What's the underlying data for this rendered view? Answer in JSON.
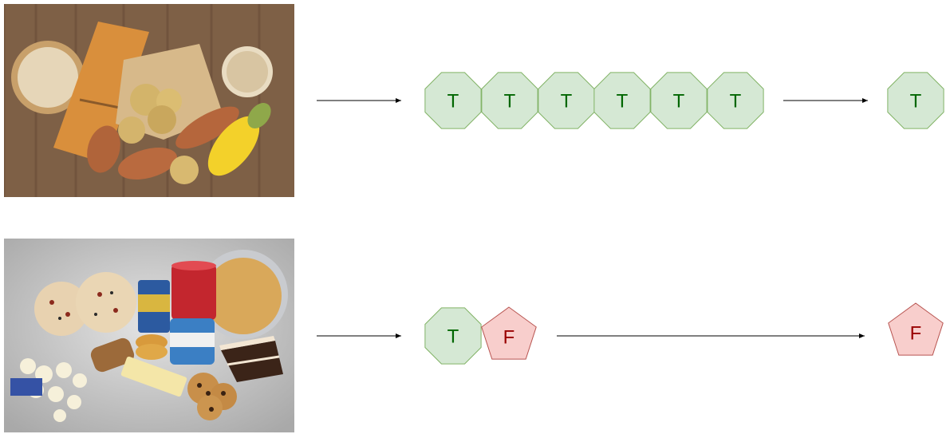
{
  "colors": {
    "true_fill": "#d5e8d4",
    "true_stroke": "#82b366",
    "true_text": "#006600",
    "false_fill": "#f8cecc",
    "false_stroke": "#b85450",
    "false_text": "#990000",
    "arrow": "#000000"
  },
  "rows": [
    {
      "image": "photo of carbohydrate foods: rice, spaghetti, potatoes, sweet potatoes, corn, oats on wooden table",
      "sequence": [
        {
          "label": "T",
          "shape": "octagon"
        },
        {
          "label": "T",
          "shape": "octagon"
        },
        {
          "label": "T",
          "shape": "octagon"
        },
        {
          "label": "T",
          "shape": "octagon"
        },
        {
          "label": "T",
          "shape": "octagon"
        },
        {
          "label": "T",
          "shape": "octagon"
        }
      ],
      "result": {
        "label": "T",
        "shape": "octagon"
      }
    },
    {
      "image": "photo of processed foods: pizza, canned goods, frosting, pie crust, popcorn, butter, cake, cookies",
      "sequence": [
        {
          "label": "T",
          "shape": "octagon"
        },
        {
          "label": "F",
          "shape": "pentagon"
        }
      ],
      "result": {
        "label": "F",
        "shape": "pentagon"
      }
    }
  ]
}
